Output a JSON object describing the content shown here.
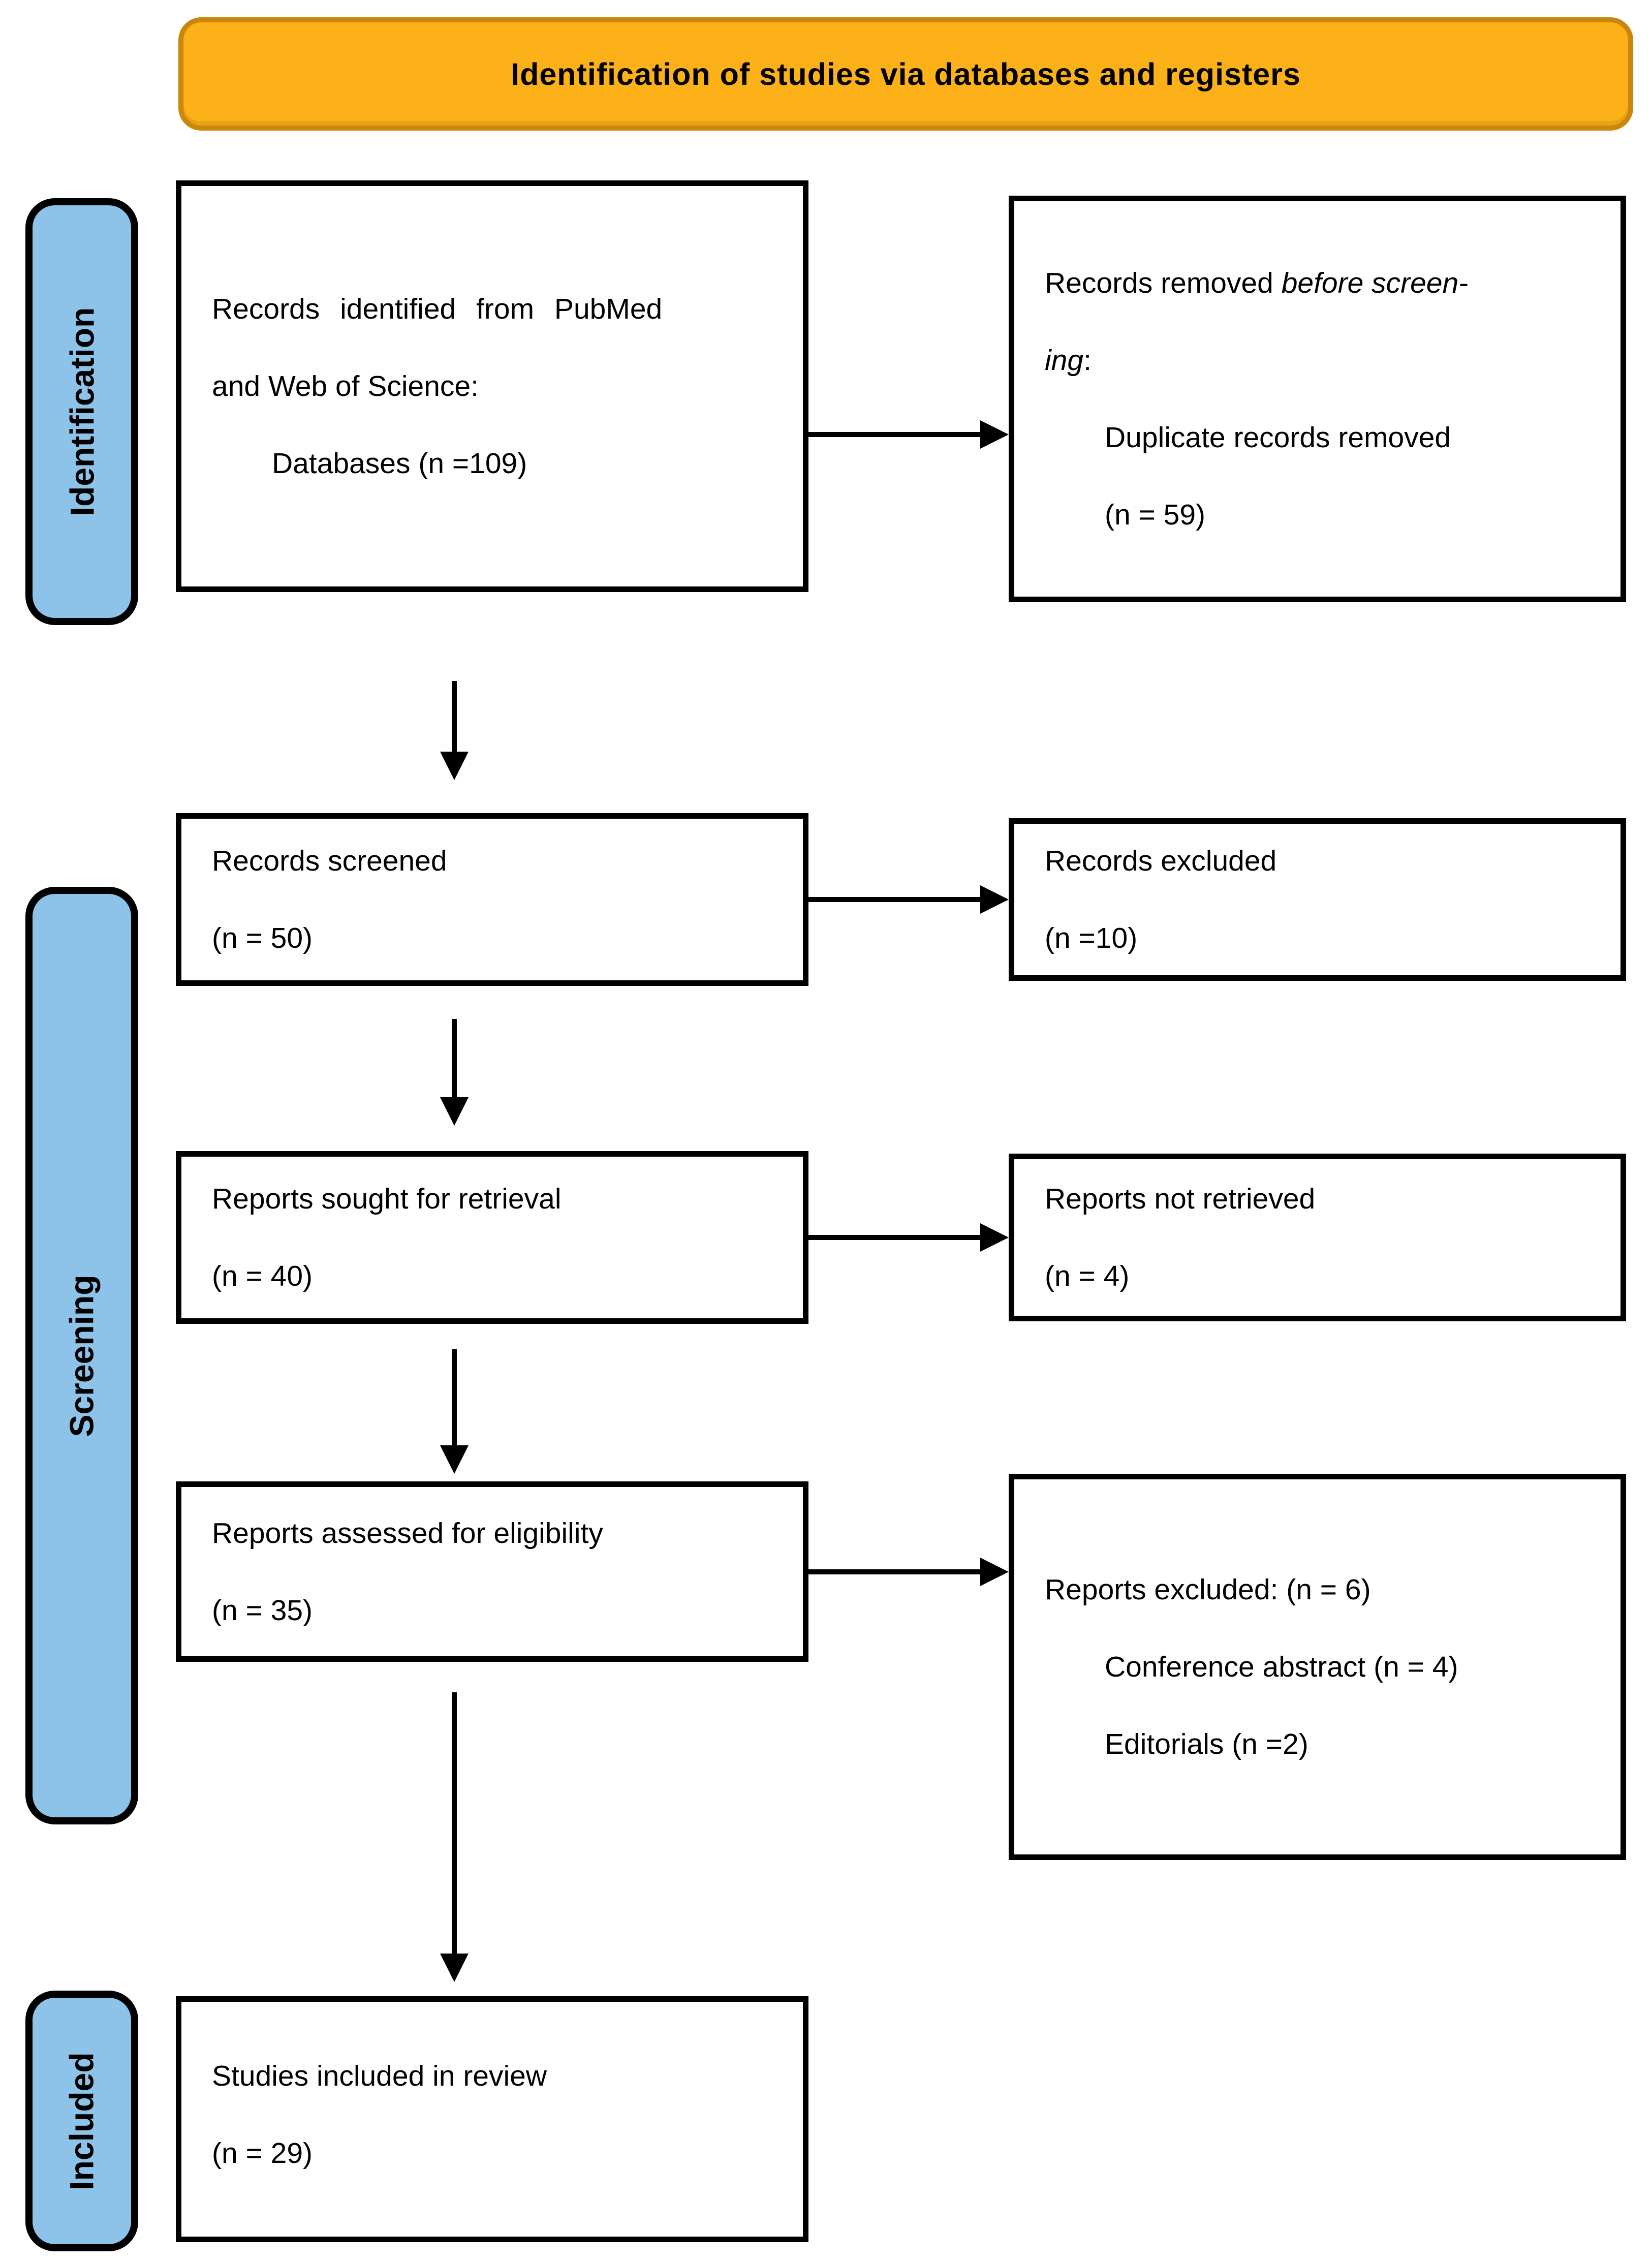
{
  "banner": {
    "title": "Identification of studies via databases and registers",
    "bg_color": "#FBB117",
    "border_color": "#C9880C"
  },
  "stage_style": {
    "bg_color": "#8DC3E8",
    "border_color": "#000000"
  },
  "stages": [
    {
      "label": "Identification"
    },
    {
      "label": "Screening"
    },
    {
      "label": "Included"
    }
  ],
  "flow_boxes": {
    "identified": {
      "line1": "Records identified from PubMed",
      "line2": "and Web of Science:",
      "line3": "Databases (n =109)"
    },
    "screened": {
      "line1": "Records screened",
      "line2": "(n = 50)"
    },
    "sought": {
      "line1": "Reports sought for retrieval",
      "line2": "(n = 40)"
    },
    "assessed": {
      "line1": "Reports assessed for eligibility",
      "line2": "(n = 35)"
    },
    "included": {
      "line1": "Studies included in review",
      "line2": "(n = 29)"
    }
  },
  "side_boxes": {
    "removed_before_screening": {
      "line1_normal": "Records removed ",
      "line1_italic": "before screen-",
      "line2_italic": "ing",
      "line2_normal": ":",
      "line3": "Duplicate records removed",
      "line4": "(n = 59)"
    },
    "records_excluded": {
      "line1": "Records excluded",
      "line2": "(n =10)"
    },
    "reports_not_retrieved": {
      "line1": "Reports not retrieved",
      "line2": "(n = 4)"
    },
    "reports_excluded": {
      "line1": "Reports excluded: (n = 6)",
      "line2": "Conference abstract (n = 4)",
      "line3": "Editorials (n =2)"
    }
  }
}
